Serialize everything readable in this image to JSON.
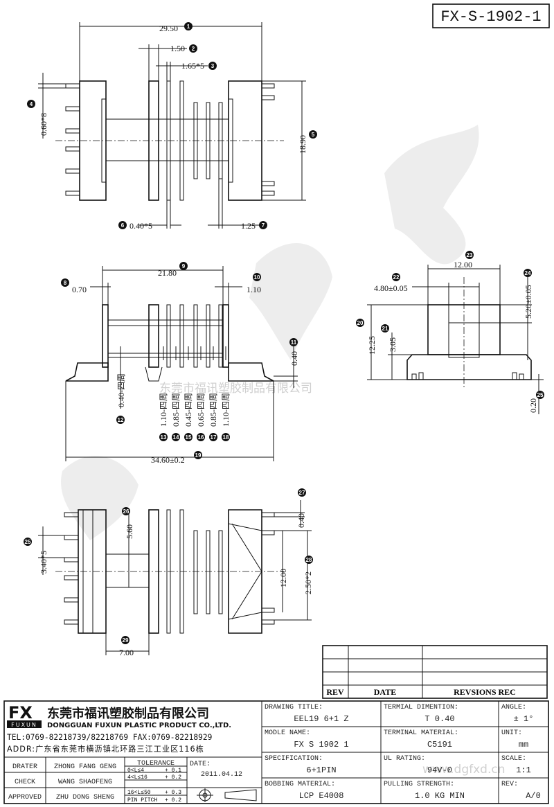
{
  "drawing_number": "FX-S-1902-1",
  "watermark": {
    "company": "东莞市福讯塑胶制品有限公司",
    "url": "www.dgfxd.cn"
  },
  "callouts": {
    "c1": {
      "n": "1",
      "value": "29.50"
    },
    "c2": {
      "n": "2",
      "value": "1.50"
    },
    "c3": {
      "n": "3",
      "value": "1.65*5"
    },
    "c4": {
      "n": "4",
      "value": "0.60*8"
    },
    "c5": {
      "n": "5",
      "value": "18.90"
    },
    "c6": {
      "n": "6",
      "value": "0.40*5"
    },
    "c7": {
      "n": "7",
      "value": "1.25"
    },
    "c8": {
      "n": "8",
      "value": "0.70"
    },
    "c9": {
      "n": "9",
      "value": "21.80"
    },
    "c10": {
      "n": "10",
      "value": "1.10"
    },
    "c11": {
      "n": "11",
      "value": "0.40"
    },
    "c12": {
      "n": "12",
      "value": "0.40-四周"
    },
    "c13": {
      "n": "13",
      "value": "1.10-四周"
    },
    "c14": {
      "n": "14",
      "value": "0.85-四周"
    },
    "c15": {
      "n": "15",
      "value": "0.45-四周"
    },
    "c16": {
      "n": "16",
      "value": "0.65-四周"
    },
    "c17": {
      "n": "17",
      "value": "0.85-四周"
    },
    "c18": {
      "n": "18",
      "value": "1.10-四周"
    },
    "c19": {
      "n": "19",
      "value": "34.60±0.2"
    },
    "c20": {
      "n": "20",
      "value": "12.25"
    },
    "c21": {
      "n": "21",
      "value": "3.05"
    },
    "c22": {
      "n": "22",
      "value": "4.80±0.05"
    },
    "c23": {
      "n": "23",
      "value": "12.00"
    },
    "c24": {
      "n": "24",
      "value": "5.20±0.05"
    },
    "c25": {
      "n": "25",
      "value": "0.20"
    },
    "c26": {
      "n": "26",
      "value": "5.60"
    },
    "c27": {
      "n": "27",
      "value": "0.40"
    },
    "c28": {
      "n": "28",
      "value": "2.50*2"
    },
    "c29": {
      "n": "29",
      "value": "7.00"
    },
    "c30": {
      "n": "25",
      "value": "3.40*5"
    },
    "c31": {
      "n": "",
      "value": "12.00"
    }
  },
  "revision_table": {
    "headers": [
      "REV",
      "DATE",
      "REVSIONS REC"
    ]
  },
  "company": {
    "logo": "FX",
    "logo_sub": "FUXUN",
    "name_cn": "东莞市福讯塑胶制品有限公司",
    "name_en": "DONGGUAN FUXUN PLASTIC PRODUCT CO.,LTD.",
    "tel": "TEL:0769-82218739/82218769 FAX:0769-82218929",
    "addr": "ADDR:广东省东莞市横沥镇北环路三江工业区116栋"
  },
  "signoff": {
    "rows": [
      {
        "role": "DRATER",
        "name": "ZHONG FANG GENG"
      },
      {
        "role": "CHECK",
        "name": "WANG SHAOFENG"
      },
      {
        "role": "APPROVED",
        "name": "ZHU DONG SHENG"
      }
    ],
    "tolerance_title": "TOLERANCE",
    "tolerance": [
      {
        "range": "0<L≤4",
        "value": "+ 0.1"
      },
      {
        "range": "4<L≤16",
        "value": "+ 0.2"
      },
      {
        "range": "16<L≤50",
        "value": "+ 0.3"
      },
      {
        "range": "PIN PITCH",
        "value": "+ 0.2"
      }
    ],
    "date_label": "DATE:",
    "date": "2011.04.12"
  },
  "info": {
    "drawing_title_label": "DRAWING TITLE:",
    "drawing_title": "EEL19 6+1 Z",
    "terminal_dim_label": "TERMIAL DIMENTION:",
    "terminal_dim": "T 0.40",
    "angle_label": "ANGLE:",
    "angle": "± 1°",
    "model_label": "MODLE NAME:",
    "model": "FX S 1902 1",
    "terminal_mat_label": "TERMINAL MATERIAL:",
    "terminal_mat": "C5191",
    "unit_label": "UNIT:",
    "unit": "mm",
    "spec_label": "SPECIFICATION:",
    "spec": "6+1PIN",
    "ul_label": "UL RATING:",
    "ul": "94V-0",
    "scale_label": "SCALE:",
    "scale": "1:1",
    "bobbin_label": "BOBBING MATERIAL:",
    "bobbin": "LCP E4008",
    "pull_label": "PULLING STRENGTH:",
    "pull": "1.0 KG MIN",
    "rev_label": "REV:",
    "rev": "A/0"
  }
}
